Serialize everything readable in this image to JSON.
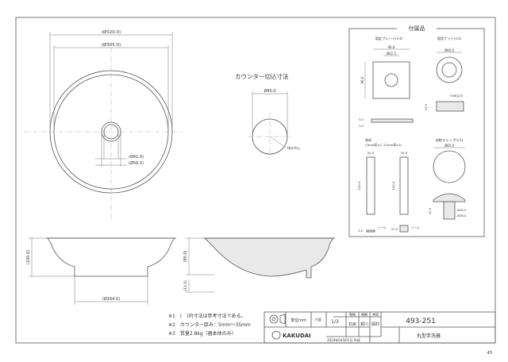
{
  "main_views": {
    "top_dims": [
      "(Ø320.0)",
      "(Ø305.0)"
    ],
    "drain_dims": [
      "(Ø41.0)",
      "(Ø56.0)"
    ],
    "side_dims": {
      "height": "(100.0)",
      "inner_height": "(95.0)",
      "base_height": "(13.5)",
      "base_dia": "(Ø164.0)"
    }
  },
  "counter_cut": {
    "title": "カウンター切込寸法",
    "dia": "Ø90.0",
    "note": "排水中心"
  },
  "accessories": {
    "title": "付属品",
    "fixing_plate": {
      "label": "固定プレート(×1)",
      "dims": [
        "96.0",
        "Ø42.5",
        "96.0",
        "5.0",
        "2.0"
      ]
    },
    "fixing_nut": {
      "label": "固定ナット(×1)",
      "dims": [
        "Ø60.0",
        "Ⅴ36山15",
        "13.0"
      ]
    },
    "spacer": {
      "label": "角材",
      "sub": "(3mm厚×2, 21mm厚×2)",
      "dims": [
        "20.0",
        "20.0",
        "100.0",
        "100.0",
        "3.0",
        "21.0",
        "シール",
        "シール"
      ]
    },
    "cap": {
      "label": "化粧キャップ(×1)",
      "dims": [
        "Ø85.0",
        "Ø30.5",
        "Ø38.0",
        "12.0"
      ]
    }
  },
  "notes": [
    "※1　(　)内寸法は参考寸法である。",
    "※2　カウンター厚み：5mm〜35mm",
    "※3　質量2.8kg（器本体のみ）"
  ],
  "title_block": {
    "unit_label": "単位mm",
    "scale_label": "尺度",
    "scale": "1/3",
    "headers": [
      "製図",
      "検図",
      "承認"
    ],
    "names": [
      "石目",
      "賀川",
      "岡村"
    ],
    "brand": "KAKUDAI",
    "date": "2024年04月01日 作成",
    "part_no": "493-251",
    "product": "丸型手洗器"
  },
  "page_number": "43"
}
